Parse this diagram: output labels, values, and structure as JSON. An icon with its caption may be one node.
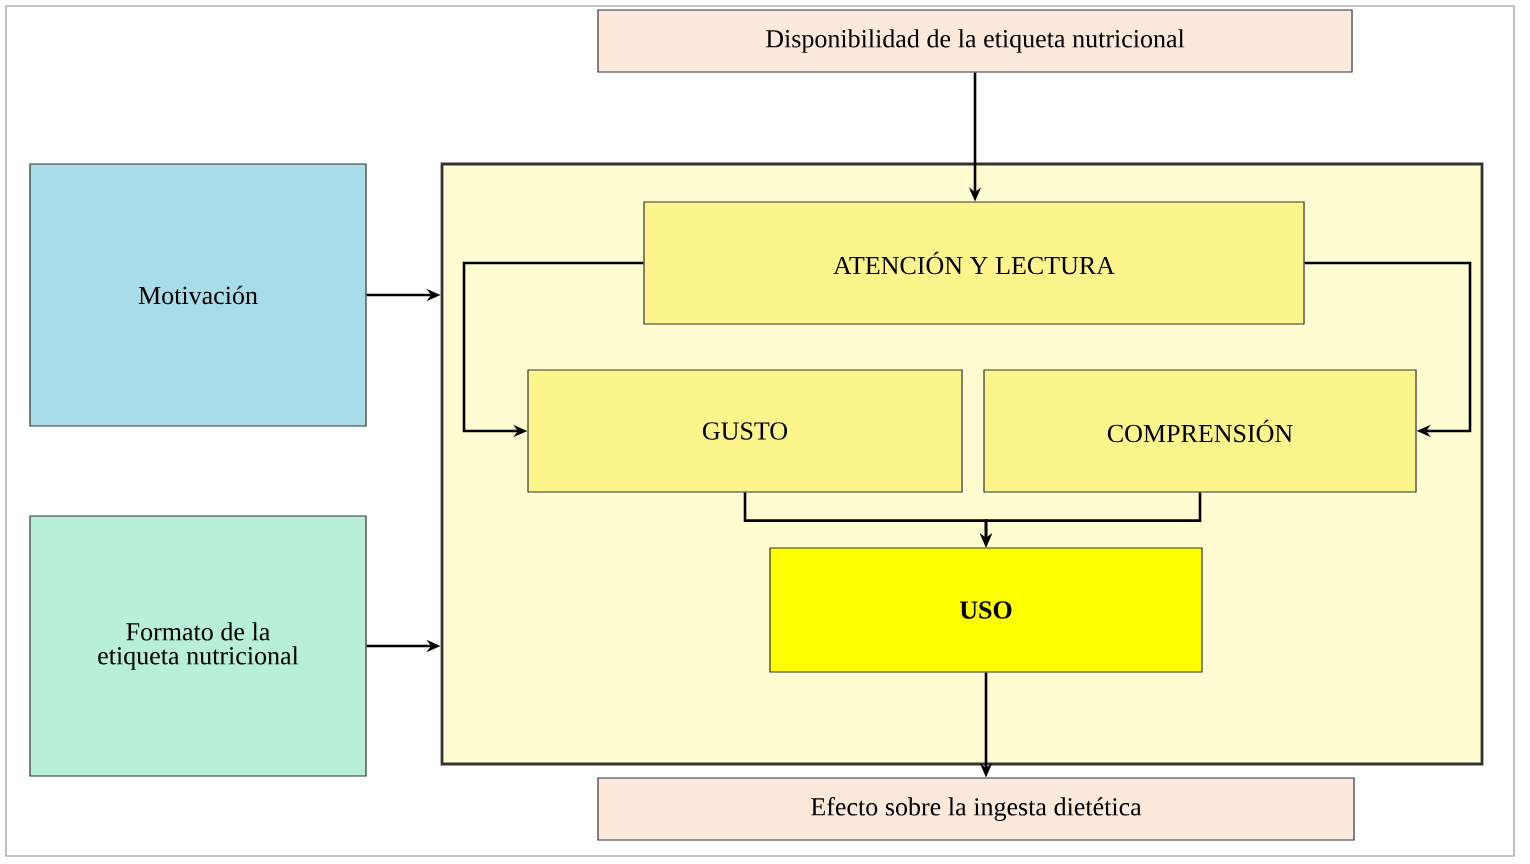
{
  "diagram": {
    "nodes": [
      {
        "text": [
          "Disponibilidad de la etiqueta nutricional"
        ]
      },
      {
        "text": [
          "Motivación"
        ]
      },
      {
        "text": [],
        "shape": "box"
      },
      {
        "text": [
          "ATENCIÓN Y LECTURA"
        ],
        "in": 2
      },
      {
        "text": [
          "GUSTO"
        ],
        "in": 2
      },
      {
        "text": [
          "COMPRENSIÓN"
        ],
        "in": 2
      },
      {
        "text": [
          "USO"
        ],
        "in": 2
      },
      {
        "text": [
          "Formato de la etiqueta nutricional"
        ]
      },
      {
        "text": [
          "Efecto sobre la ingesta dietética"
        ]
      }
    ],
    "edges": [
      {
        "from": 0,
        "to": 3,
        "arrow": "to"
      },
      {
        "from": 1,
        "to": 2,
        "arrow": "to"
      },
      {
        "from": 7,
        "to": 2,
        "arrow": "to"
      },
      {
        "from": 3,
        "to": 4,
        "arrow": "to"
      },
      {
        "from": 3,
        "to": 5,
        "arrow": "to"
      },
      {
        "from": 4,
        "to": 6,
        "arrow": "to"
      },
      {
        "from": 5,
        "to": 6,
        "arrow": "to"
      },
      {
        "from": 6,
        "to": 8,
        "arrow": "to"
      }
    ]
  }
}
